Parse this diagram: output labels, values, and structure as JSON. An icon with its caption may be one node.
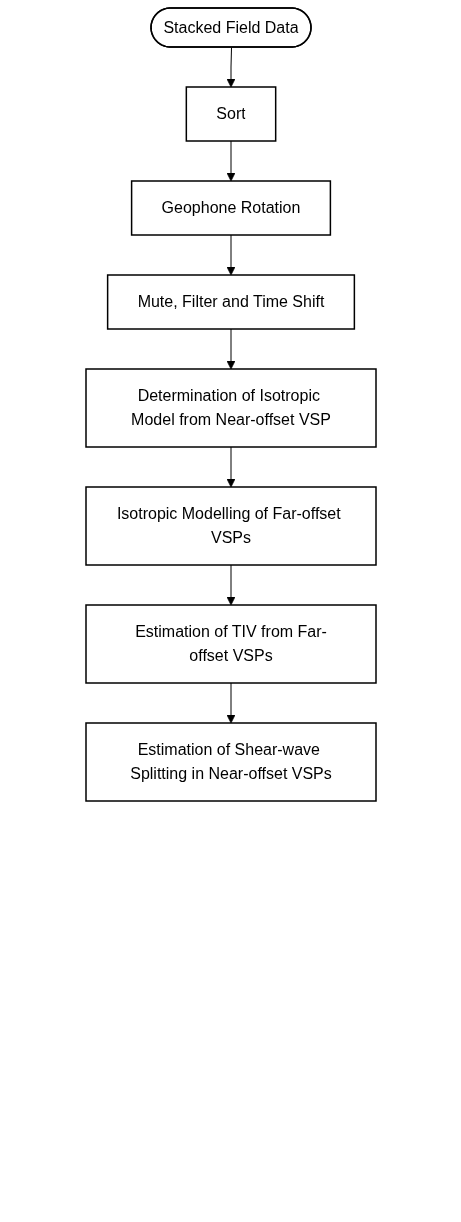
{
  "diagram": {
    "nodes": [
      {
        "text": [
          "Stacked Field Data"
        ]
      },
      {
        "text": [
          "Sort"
        ]
      },
      {
        "text": [
          "Geophone Rotation"
        ]
      },
      {
        "text": [
          "Mute, Filter and Time Shift"
        ]
      },
      {
        "text": [
          "Determination of Isotropic Model from Near-offset VSP"
        ]
      },
      {
        "text": [
          "Isotropic Modelling of Far-offset VSPs"
        ]
      },
      {
        "text": [
          "Estimation of TIV from Far-offset VSPs"
        ]
      },
      {
        "text": [
          "Estimation of Shear-wave Splitting in Near-offset VSPs"
        ]
      }
    ],
    "edges": [
      {
        "from": 0,
        "to": 1,
        "arrow": "to"
      },
      {
        "from": 1,
        "to": 2,
        "arrow": "to"
      },
      {
        "from": 2,
        "to": 3,
        "arrow": "to"
      },
      {
        "from": 3,
        "to": 4,
        "arrow": "to"
      },
      {
        "from": 4,
        "to": 5,
        "arrow": "to"
      },
      {
        "from": 5,
        "to": 6,
        "arrow": "to"
      },
      {
        "from": 6,
        "to": 7,
        "arrow": "to"
      }
    ]
  }
}
